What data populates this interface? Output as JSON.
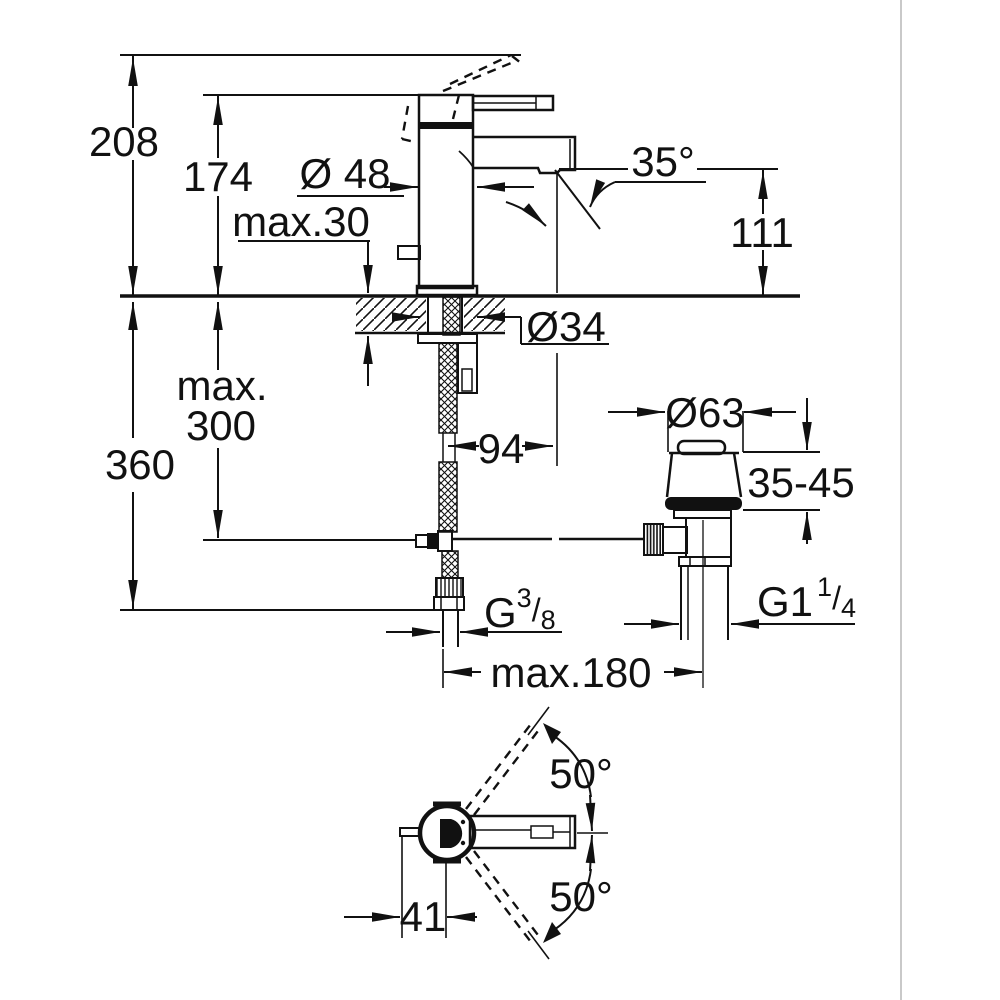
{
  "meta": {
    "description": "Technical dimension drawing of a single-lever basin mixer with pop-up waste set, side view and top view",
    "background_color": "#ffffff",
    "line_color": "#111111",
    "divider_color": "#c9c9c9"
  },
  "labels": {
    "total_height": "208",
    "spout_top_height": "174",
    "body_diameter": "Ø 48",
    "max_deck_thickness": "max.30",
    "spout_angle": "35°",
    "outlet_height": "111",
    "deck_hole_diameter": "Ø34",
    "hose_clearance_line1": "max.",
    "hose_clearance_line2": "300",
    "below_deck_height": "360",
    "spout_reach": "94",
    "waste_flange_diameter": "Ø63",
    "waste_deck_thickness_range": "35-45",
    "supply_thread_g": "G",
    "supply_thread_num": "3",
    "supply_thread_slash": "/",
    "supply_thread_den": "8",
    "waste_thread_g": "G1",
    "waste_thread_num": "1",
    "waste_thread_slash": "/",
    "waste_thread_den": "4",
    "hose_to_waste": "max.180",
    "swing_upper": "50°",
    "swing_lower": "50°",
    "center_to_edge": "41"
  }
}
